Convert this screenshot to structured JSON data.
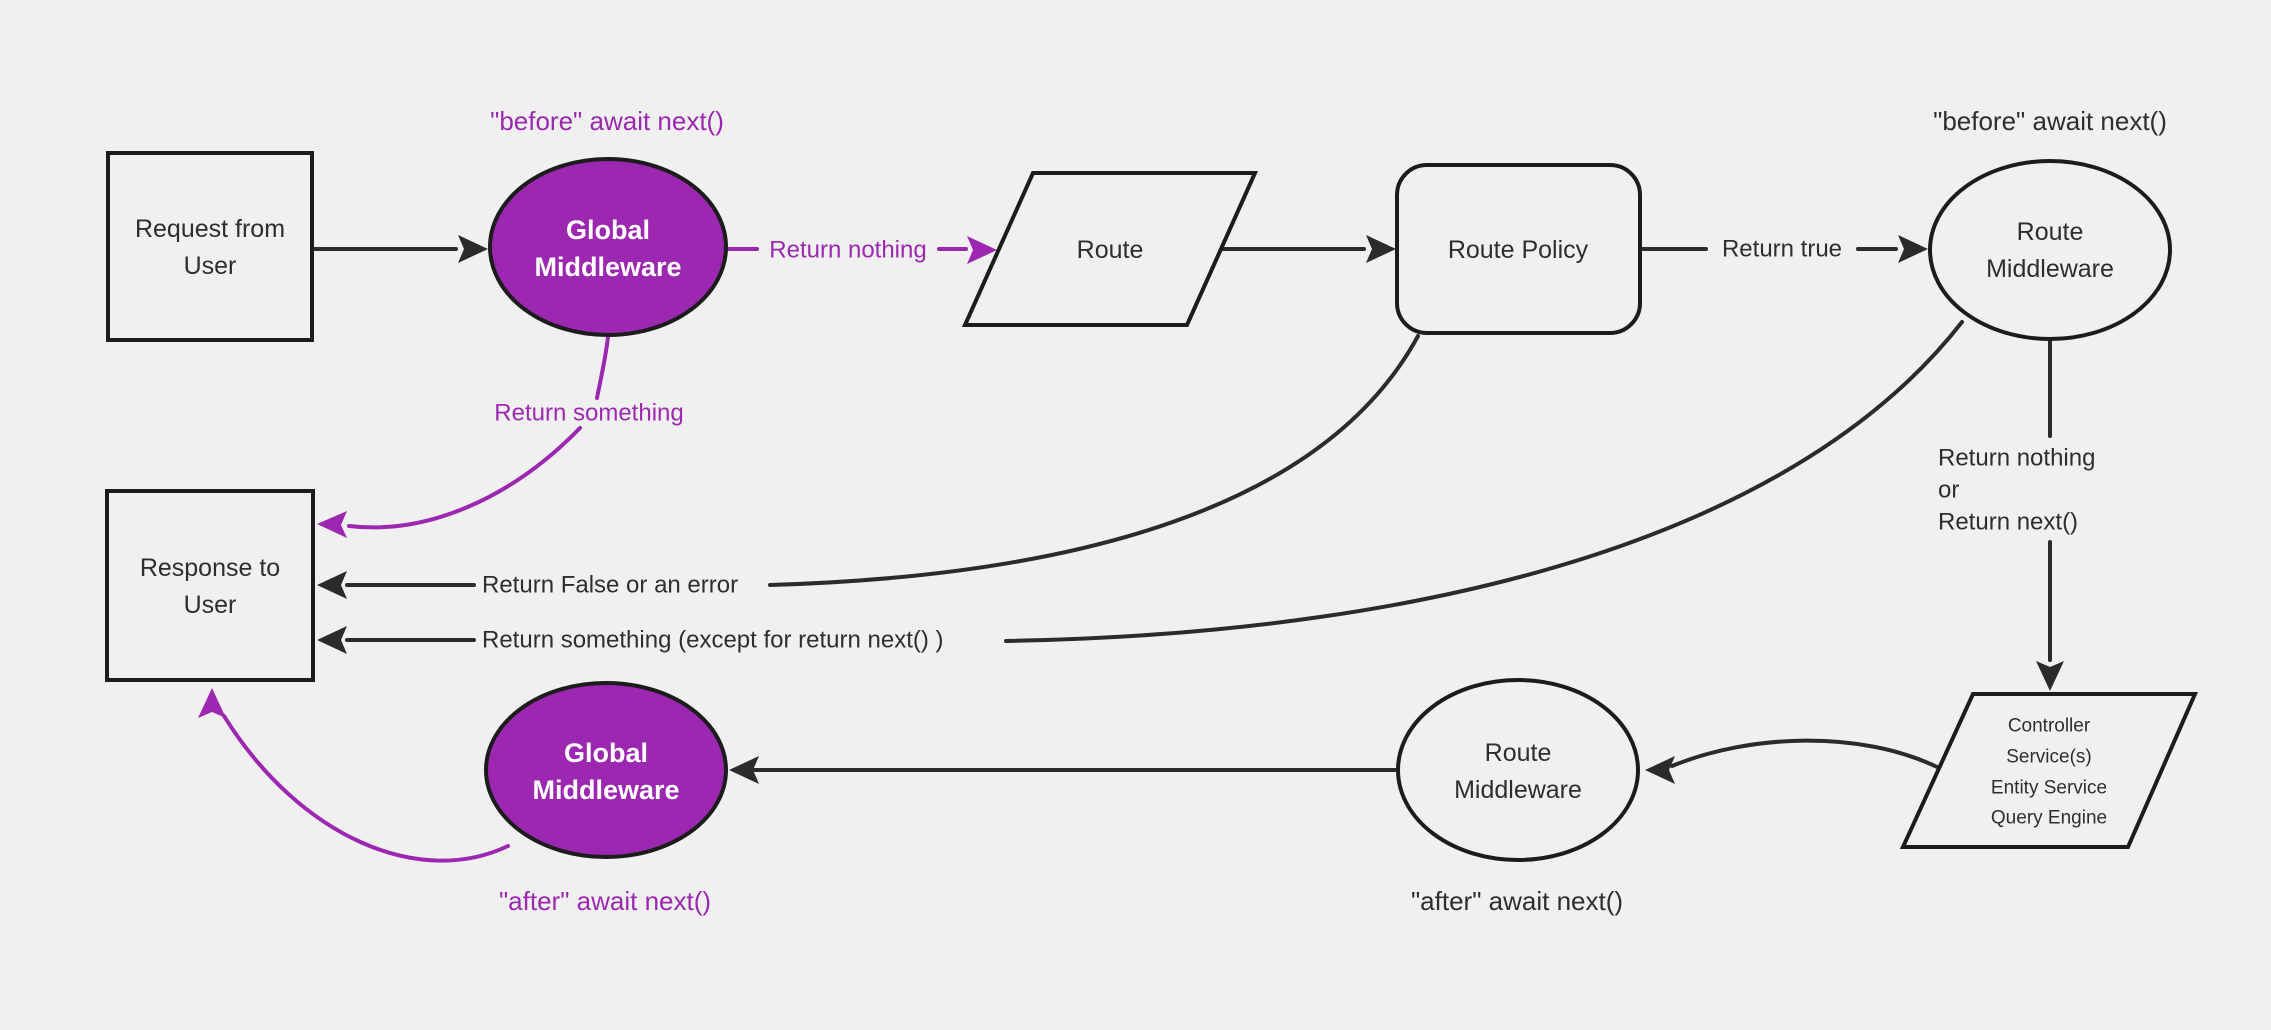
{
  "colors": {
    "background": "#f0f0f0",
    "purple": "#9c27b0",
    "line": "#2b2b2b",
    "node_stroke": "#1c1c1c",
    "text": "#2e2e2e",
    "white_text": "#ffffff"
  },
  "nodes": {
    "request_box": {
      "lines": [
        "Request from",
        "User"
      ]
    },
    "global_middleware_top": {
      "lines": [
        "Global",
        "Middleware"
      ]
    },
    "route": {
      "label": "Route"
    },
    "route_policy": {
      "label": "Route Policy"
    },
    "route_middleware_top": {
      "lines": [
        "Route",
        "Middleware"
      ]
    },
    "controller_stack": {
      "lines": [
        "Controller",
        "Service(s)",
        "Entity Service",
        "Query Engine"
      ]
    },
    "route_middleware_bottom": {
      "lines": [
        "Route",
        "Middleware"
      ]
    },
    "global_middleware_bottom": {
      "lines": [
        "Global",
        "Middleware"
      ]
    },
    "response_box": {
      "lines": [
        "Response to",
        "User"
      ]
    }
  },
  "labels": {
    "before_await_global": "\"before\" await next()",
    "before_await_route": "\"before\" await next()",
    "return_nothing": "Return nothing",
    "return_something": "Return something",
    "return_true": "Return true",
    "return_nothing_or": {
      "lines": [
        "Return nothing",
        "or",
        "Return next()"
      ]
    },
    "return_false_or_error": "Return False or an error",
    "return_something_except": "Return something (except for return next() )",
    "after_await_route": "\"after\" await next()",
    "after_await_global": "\"after\" await next()"
  }
}
